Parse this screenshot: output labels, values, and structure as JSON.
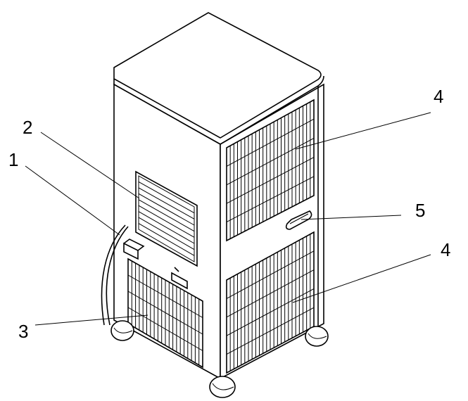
{
  "callouts": [
    {
      "number": "1"
    },
    {
      "number": "2"
    },
    {
      "number": "3"
    },
    {
      "number": "4"
    },
    {
      "number": "5"
    },
    {
      "number": "4"
    }
  ]
}
